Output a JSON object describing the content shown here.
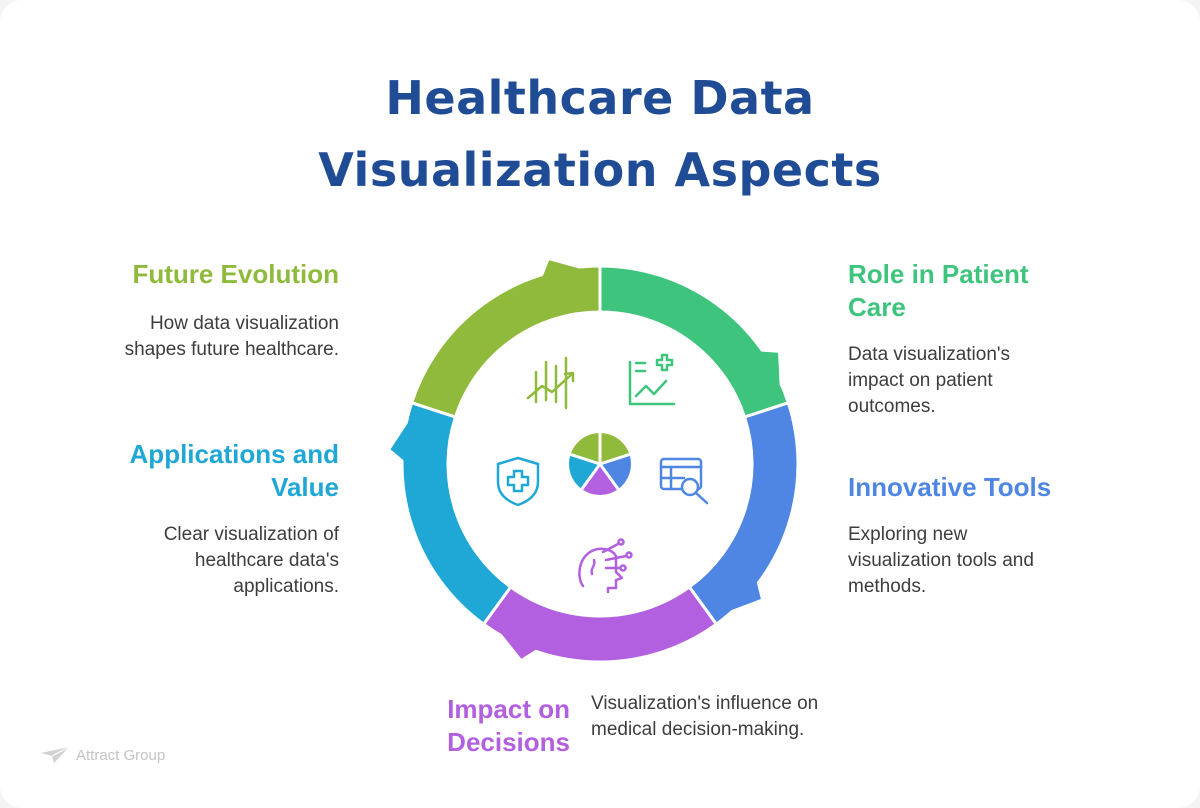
{
  "title": {
    "line1": "Healthcare Data",
    "line2": "Visualization Aspects"
  },
  "segments": [
    {
      "id": "future",
      "heading": "Future Evolution",
      "description": "How data visualization shapes future healthcare.",
      "color": "#8fba3c",
      "icon": "trend-chart-icon"
    },
    {
      "id": "role",
      "heading": "Role in Patient Care",
      "description": "Data visualization's impact on patient outcomes.",
      "color": "#3fc47d",
      "icon": "medical-chart-icon"
    },
    {
      "id": "tools",
      "heading": "Innovative Tools",
      "description": "Exploring new visualization tools and methods.",
      "color": "#4f86e3",
      "icon": "table-search-icon"
    },
    {
      "id": "impact",
      "heading": "Impact on Decisions",
      "description": "Visualization's influence on medical decision-making.",
      "color": "#b25fe0",
      "icon": "brain-circuit-icon"
    },
    {
      "id": "apps",
      "heading": "Applications and Value",
      "description": "Clear visualization of healthcare data's applications.",
      "color": "#1fa7d6",
      "icon": "medical-shield-icon"
    }
  ],
  "center_icon": "pie-chart-icon",
  "logo": {
    "text": "Attract Group",
    "icon": "paper-plane-icon"
  }
}
